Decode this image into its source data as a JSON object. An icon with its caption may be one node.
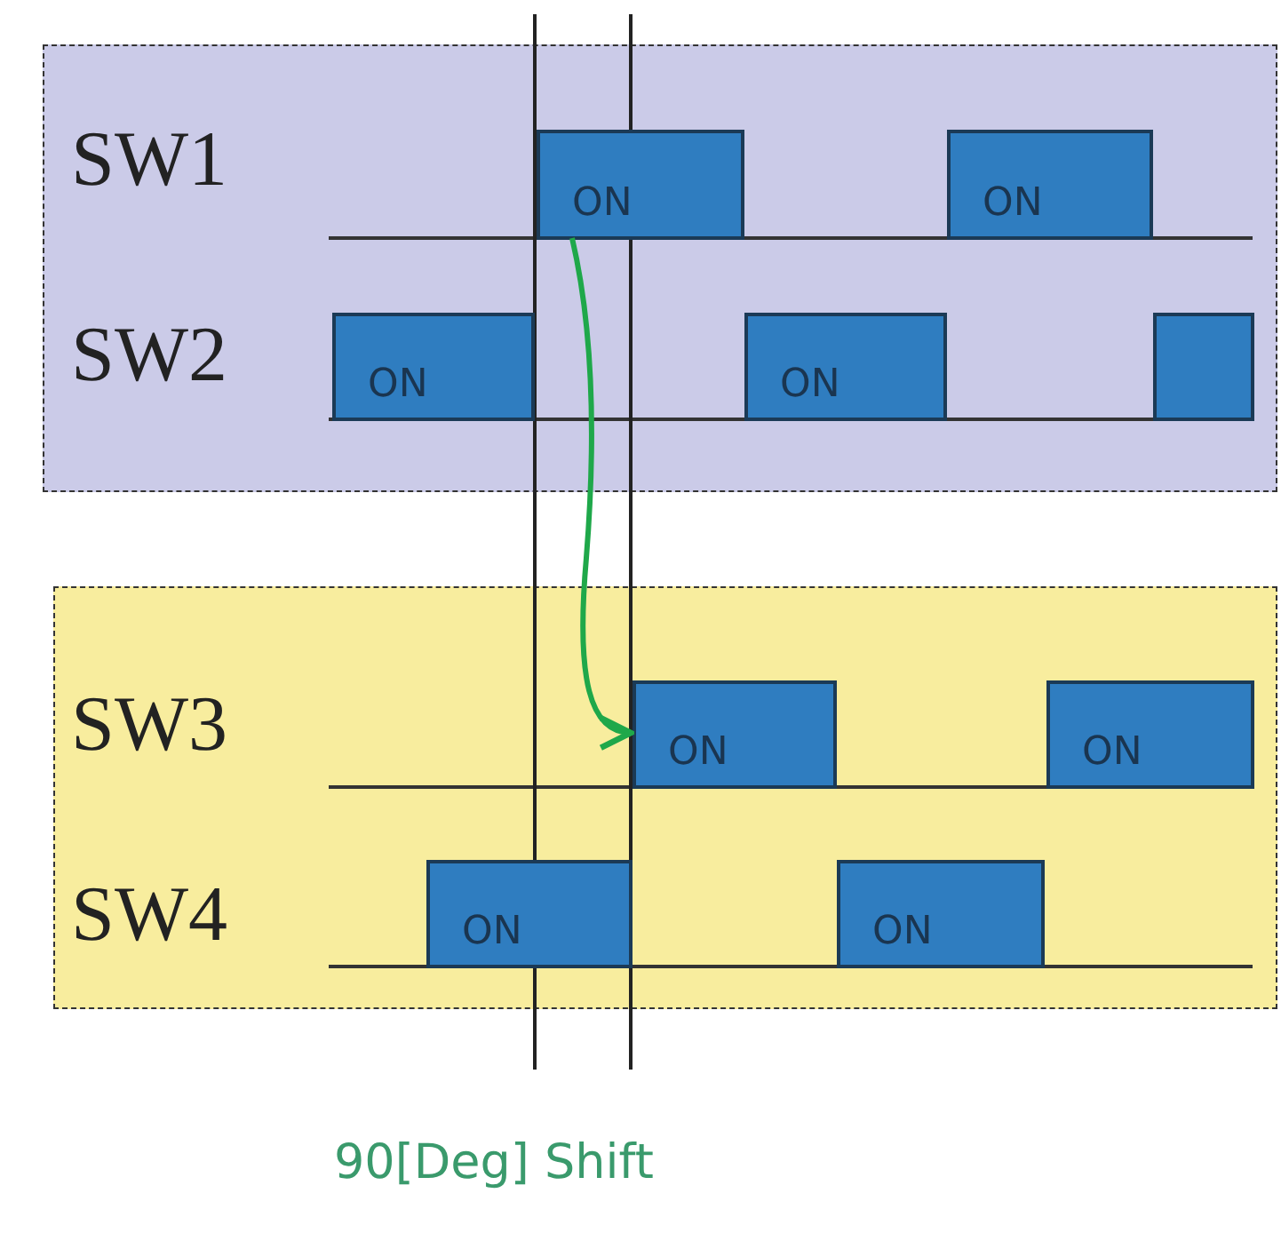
{
  "diagram": {
    "caption": "90[Deg] Shift",
    "nodes": [
      {
        "text": [],
        "shape": "box"
      },
      {
        "text": [
          "ON"
        ],
        "in": 0
      },
      {
        "text": [
          "ON"
        ],
        "in": 0
      },
      {
        "text": [
          "ON"
        ],
        "in": 0
      },
      {
        "text": [
          "ON"
        ],
        "in": 0
      },
      {
        "text": [],
        "shape": "box",
        "in": 0
      },
      {
        "text": [],
        "shape": "box"
      },
      {
        "text": [
          "ON"
        ],
        "in": 6
      },
      {
        "text": [
          "ON"
        ],
        "in": 6
      },
      {
        "text": [
          "ON"
        ],
        "in": 6
      },
      {
        "text": [
          "ON"
        ],
        "in": 6
      }
    ],
    "edges": [
      {
        "from": 1,
        "to": 7,
        "arrow": "to",
        "color": "#1fa84a"
      }
    ],
    "labels": [
      "SW1",
      "SW2",
      "SW3",
      "SW4"
    ]
  }
}
